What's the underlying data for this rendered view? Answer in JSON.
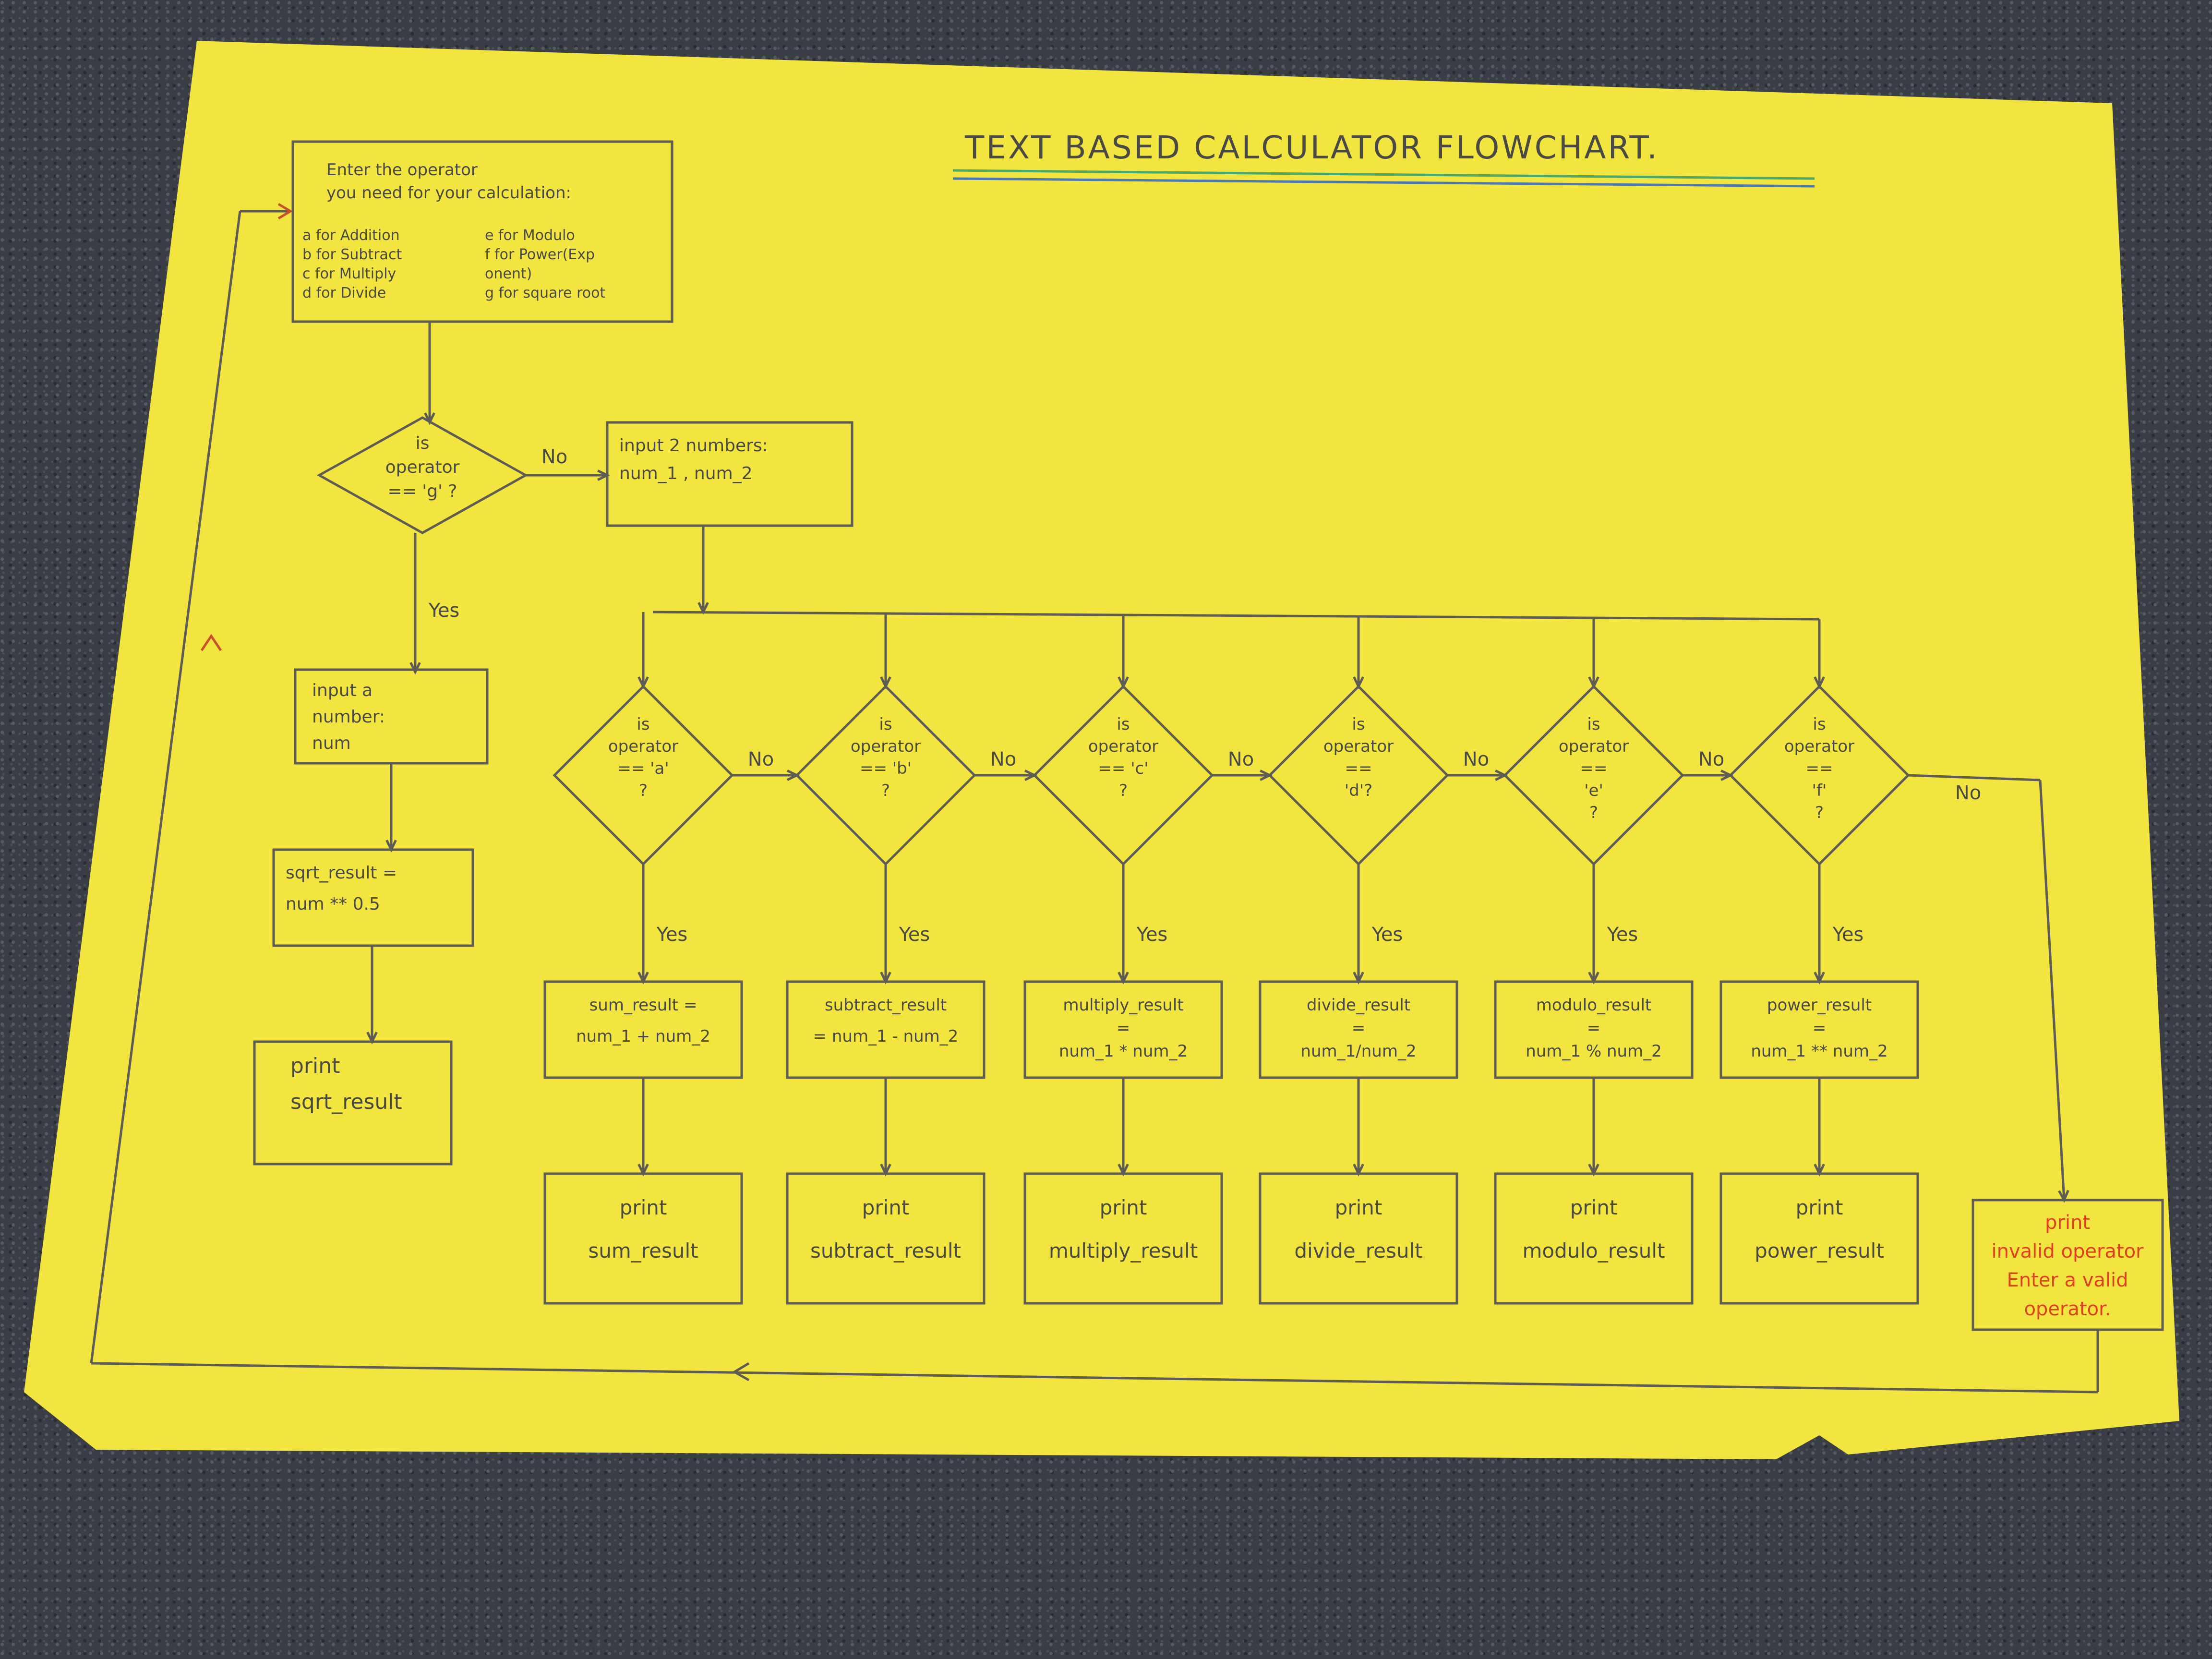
{
  "title": "TEXT BASED CALCULATOR FLOWCHART.",
  "start_box": {
    "lines": [
      "Enter the operator",
      "you need for your calculation:",
      "a for Addition",
      "b for Subtract",
      "c for Multiply",
      "d for Divide"
    ],
    "right_lines": [
      "e for Modulo",
      "f for Power(Exp",
      "onent)",
      "g for square root"
    ]
  },
  "decision_g": {
    "lines": [
      "is",
      "operator",
      "== 'g' ?"
    ]
  },
  "input_two": {
    "lines": [
      "input 2 numbers:",
      "num_1 , num_2"
    ]
  },
  "input_one": {
    "lines": [
      "input a",
      "number:",
      "num"
    ]
  },
  "sqrt_box": {
    "lines": [
      "sqrt_result =",
      "num ** 0.5"
    ]
  },
  "print_sqrt": {
    "lines": [
      "print",
      "sqrt_result"
    ]
  },
  "labels": {
    "yes": "Yes",
    "no": "No"
  },
  "decisions": [
    {
      "lines": [
        "is",
        "operator",
        "== 'a'",
        "?"
      ]
    },
    {
      "lines": [
        "is",
        "operator",
        "== 'b'",
        "?"
      ]
    },
    {
      "lines": [
        "is",
        "operator",
        "== 'c'",
        "?"
      ]
    },
    {
      "lines": [
        "is",
        "operator",
        "==",
        "'d'?"
      ]
    },
    {
      "lines": [
        "is",
        "operator",
        "==",
        "'e'",
        "?"
      ]
    },
    {
      "lines": [
        "is",
        "operator",
        "==",
        "'f'",
        "?"
      ]
    }
  ],
  "results": [
    {
      "lines": [
        "sum_result =",
        "num_1 + num_2"
      ]
    },
    {
      "lines": [
        "subtract_result",
        "= num_1 - num_2"
      ]
    },
    {
      "lines": [
        "multiply_result",
        "=",
        "num_1 * num_2"
      ]
    },
    {
      "lines": [
        "divide_result",
        "=",
        "num_1/num_2"
      ]
    },
    {
      "lines": [
        "modulo_result",
        "=",
        "num_1 % num_2"
      ]
    },
    {
      "lines": [
        "power_result",
        "=",
        "num_1 ** num_2"
      ]
    }
  ],
  "prints": [
    {
      "lines": [
        "print",
        "sum_result"
      ]
    },
    {
      "lines": [
        "print",
        "subtract_result"
      ]
    },
    {
      "lines": [
        "print",
        "multiply_result"
      ]
    },
    {
      "lines": [
        "print",
        "divide_result"
      ]
    },
    {
      "lines": [
        "print",
        "modulo_result"
      ]
    },
    {
      "lines": [
        "print",
        "power_result"
      ]
    }
  ],
  "invalid_box": {
    "lines": [
      "print",
      "invalid operator",
      "Enter a valid",
      "operator."
    ]
  },
  "colors": {
    "paper": "#f2e540",
    "ink": "#5d5d55",
    "red_ink": "#e0401f",
    "title_underline_green": "#4aa86a",
    "title_underline_blue": "#4a78b8"
  }
}
